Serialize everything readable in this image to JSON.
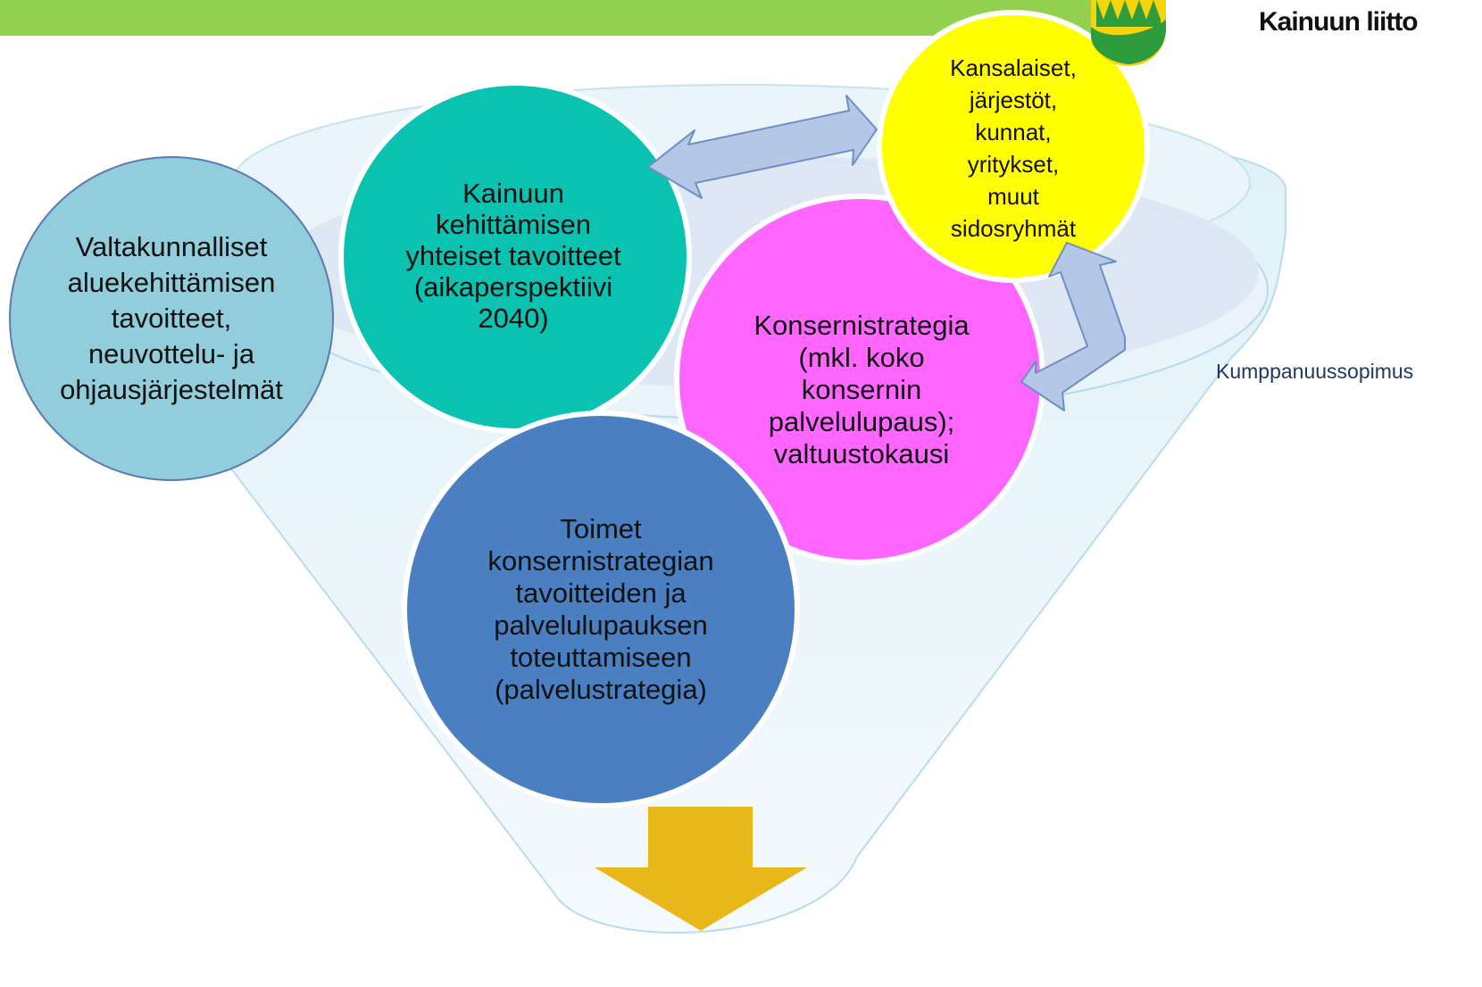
{
  "header": {
    "logo_text": "Kainuun liitto",
    "bar_color": "#92d050"
  },
  "circles": {
    "national": {
      "lines": [
        "Valtakunnalliset",
        "aluekehittämisen",
        "tavoitteet,",
        "neuvottelu- ja",
        "ohjausjärjestelmät"
      ],
      "color": "#92cddc"
    },
    "kainuu_goals": {
      "lines": [
        "Kainuun",
        "kehittämisen",
        "yhteiset tavoitteet",
        "(aikaperspektiivi",
        "2040)"
      ],
      "color": "#0ac2b0"
    },
    "stakeholders": {
      "lines": [
        "Kansalaiset,",
        "järjestöt,",
        "kunnat,",
        "yritykset,",
        "muut",
        "sidosryhmät"
      ],
      "color": "#ffff00"
    },
    "group_strategy": {
      "lines": [
        "Konsernistrategia",
        "(mkl. koko",
        "konsernin",
        "palvelulupaus);",
        "valtuustokausi"
      ],
      "color": "#ff66ff"
    },
    "actions": {
      "lines": [
        "Toimet",
        "konsernistrategian",
        "tavoitteiden ja",
        "palvelulupauksen",
        "toteuttamiseen",
        "(palvelustrategia)"
      ],
      "color": "#4a7fc1"
    }
  },
  "labels": {
    "partnership": "Kumppanuussopimus"
  },
  "arrow_color": "#e8b818"
}
